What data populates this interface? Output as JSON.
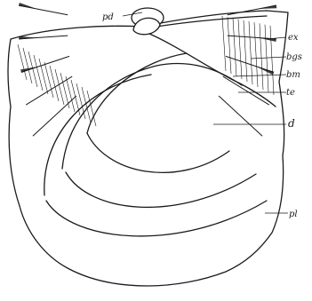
{
  "figure": {
    "labels": {
      "pd": "pd",
      "ex": "ex",
      "bgs": "bgs",
      "bm": "bm",
      "te": "te",
      "d": "d",
      "pl": "pl"
    }
  }
}
